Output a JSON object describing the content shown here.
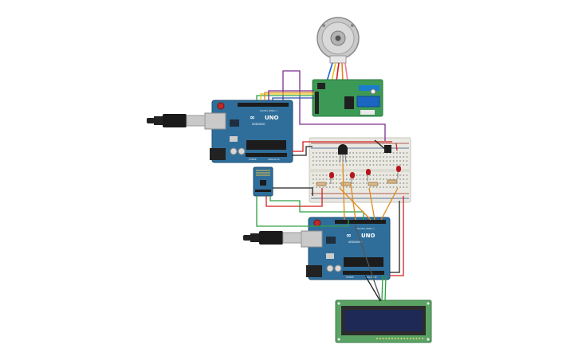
{
  "boards": {
    "arduino_top": {
      "brand": "UNO",
      "maker": "ARDUINO",
      "digital_label": "DIGITAL (PWM~)",
      "analog_label": "ANALOG IN",
      "power_label": "POWER"
    },
    "arduino_bottom": {
      "brand": "UNO",
      "maker": "ARDUINO",
      "digital_label": "DIGITAL (PWM~)",
      "analog_label": "ANALOG IN",
      "power_label": "POWER"
    }
  },
  "colors": {
    "arduino": "#2f6e9b",
    "arduino_edge": "#1d4f73",
    "pcb_green": "#3d9a56",
    "breadboard": "#e9e9e2",
    "lcd_frame": "#5aa365",
    "lcd_screen": "#1e2a55",
    "wire_red": "#d21f1f",
    "wire_black": "#222222",
    "wire_green": "#2ea043",
    "wire_purple": "#7a2f8f",
    "wire_orange": "#e08a1c",
    "wire_yellow": "#e8c21a",
    "led_red": "#b8141b"
  },
  "icons": [
    "stepper-motor-icon",
    "usb-cable-icon",
    "led-icon",
    "temperature-sensor-icon",
    "resistor-icon",
    "wifi-module-icon",
    "potentiometer-icon"
  ]
}
